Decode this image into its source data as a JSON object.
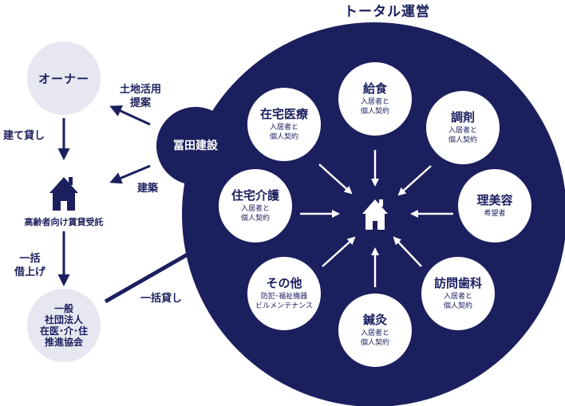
{
  "title": "トータル運営",
  "company": "冨田建設",
  "owner": "オーナー",
  "association": "一般\n社団法人\n在医･介･住\n推進協会",
  "house_caption": "高齢者向け賃貸受託",
  "flows": {
    "land_use": "土地活用\n提案",
    "build_lease": "建て貸し",
    "construction": "建築",
    "master_lease": "一括\n借上げ",
    "sublease": "一括貸し"
  },
  "services": [
    {
      "name": "給食",
      "sub": "入居者と\n個人契約"
    },
    {
      "name": "調剤",
      "sub": "入居者と\n個人契約"
    },
    {
      "name": "理美容",
      "sub": "希望者"
    },
    {
      "name": "訪問歯科",
      "sub": "入居者と\n個人契約"
    },
    {
      "name": "鍼灸",
      "sub": "入居者と\n個人契約"
    },
    {
      "name": "その他",
      "sub": "防犯･福祉機器\nビルメンテナンス"
    },
    {
      "name": "住宅介護",
      "sub": "入居者と\n個人契約"
    },
    {
      "name": "在宅医療",
      "sub": "入居者と\n個人契約"
    }
  ],
  "colors": {
    "navy": "#1b1f5e",
    "light_grey": "#e6e7f0",
    "white": "#ffffff"
  },
  "icons": [
    "house-icon",
    "center-house-icon"
  ]
}
